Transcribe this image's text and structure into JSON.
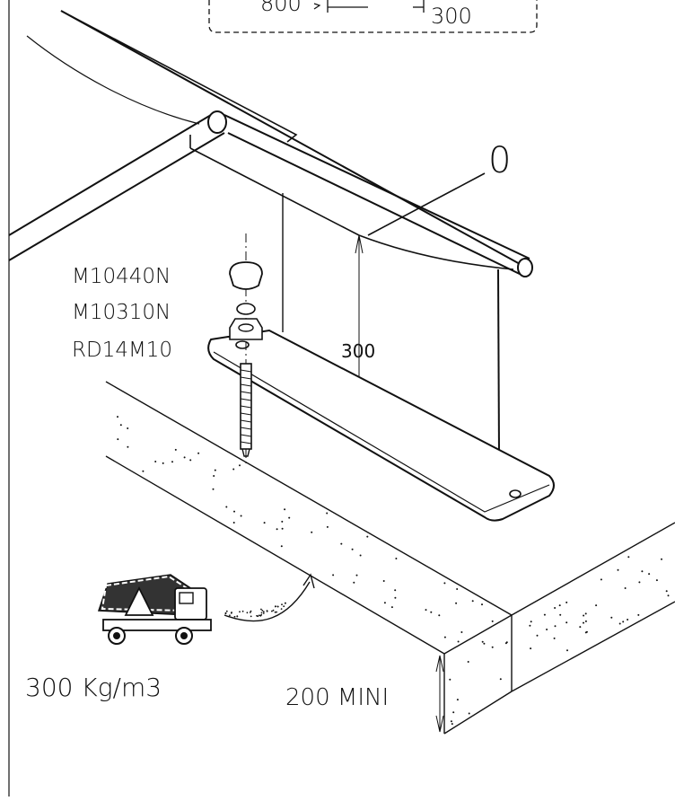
{
  "top_box": {
    "dim_left": "800",
    "dim_right": "300"
  },
  "part_labels": {
    "line1": "M10440N",
    "line2": "M10310N",
    "line3": "RD14M10"
  },
  "reference_label": "0",
  "height_dimension": "300",
  "concrete": {
    "density_label": "300 Kg/m3",
    "thickness_label": "200 MINI"
  },
  "colors": {
    "ink": "#111111",
    "paper": "#ffffff"
  }
}
